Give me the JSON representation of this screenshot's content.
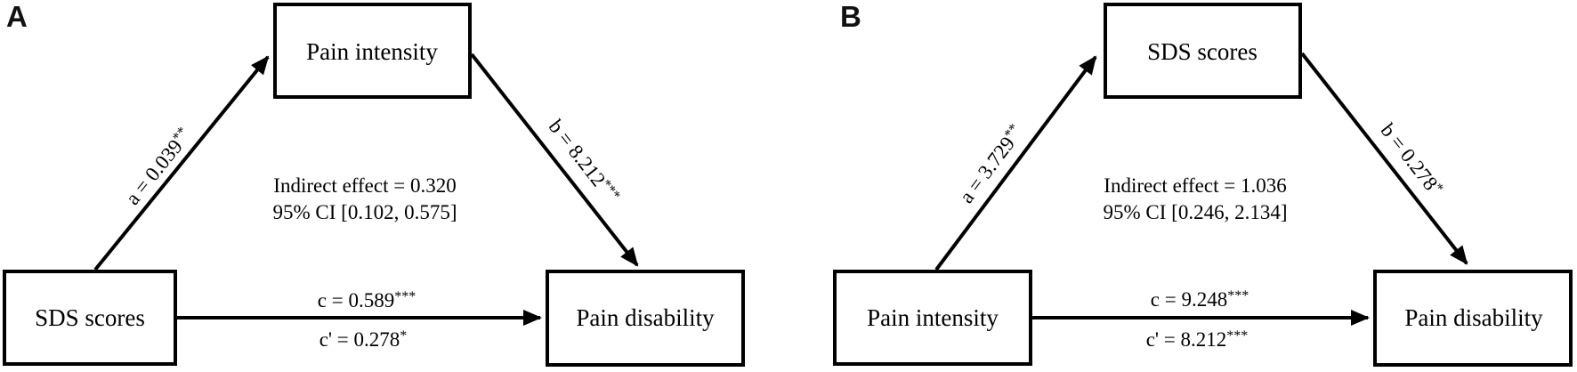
{
  "figure": {
    "type": "mediation-path-diagram",
    "colors": {
      "background": "#ffffff",
      "line": "#000000",
      "text": "#000000"
    },
    "panels": [
      {
        "label": "A",
        "nodes": {
          "mediator": "Pain intensity",
          "predictor": "SDS scores",
          "outcome": "Pain disability"
        },
        "paths": {
          "a": {
            "text": "a = 0.039",
            "sig": "**"
          },
          "b": {
            "text": "b = 8.212",
            "sig": "***"
          },
          "c": {
            "text": "c = 0.589",
            "sig": "***"
          },
          "c_prime": {
            "text": "c' = 0.278",
            "sig": "*"
          }
        },
        "annotation": {
          "line1": "Indirect effect = 0.320",
          "line2": "95% CI [0.102, 0.575]"
        }
      },
      {
        "label": "B",
        "nodes": {
          "mediator": "SDS scores",
          "predictor": "Pain intensity",
          "outcome": "Pain disability"
        },
        "paths": {
          "a": {
            "text": "a = 3.729",
            "sig": "**"
          },
          "b": {
            "text": "b = 0.278",
            "sig": "*"
          },
          "c": {
            "text": "c = 9.248",
            "sig": "***"
          },
          "c_prime": {
            "text": "c' = 8.212",
            "sig": "***"
          }
        },
        "annotation": {
          "line1": "Indirect effect = 1.036",
          "line2": "95% CI [0.246, 2.134]"
        }
      }
    ]
  }
}
